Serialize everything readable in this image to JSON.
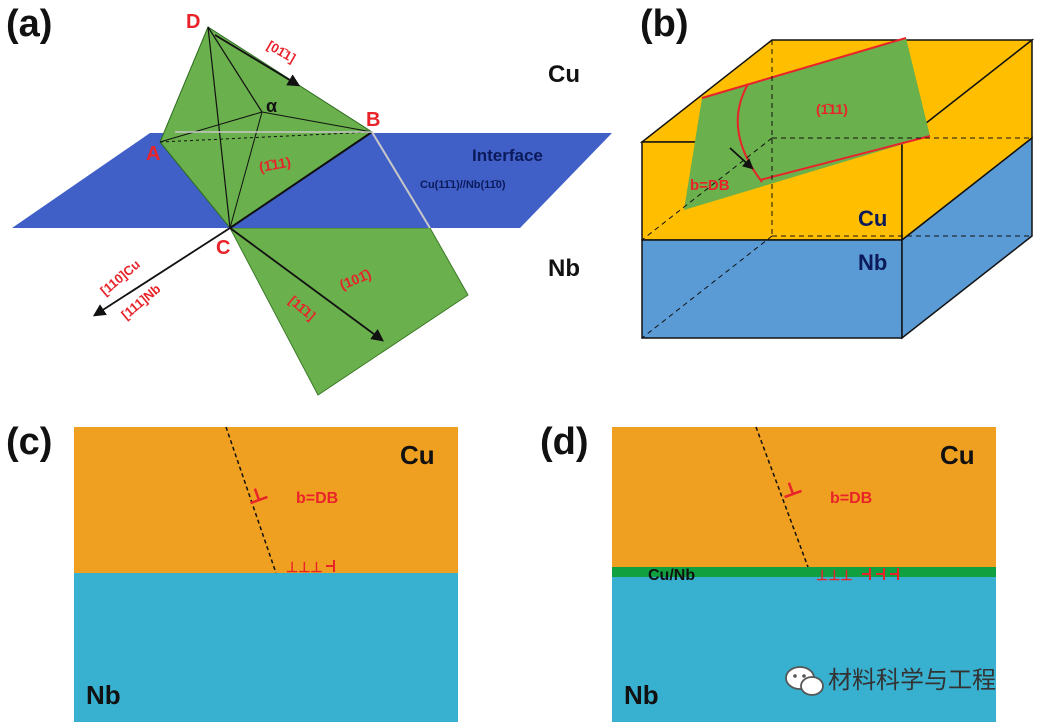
{
  "panels": {
    "a": {
      "label": "(a)",
      "points": {
        "A": "A",
        "B": "B",
        "C": "C",
        "D": "D"
      },
      "angle": "α",
      "planes": {
        "upper": "(1̄11)",
        "lower": "(101̄)"
      },
      "directions": {
        "top": "[01̄1]",
        "lower": "[11̄1]",
        "left_cu": "[110]Cu",
        "left_nb": "[111]Nb"
      },
      "interface": {
        "title": "Interface",
        "relation": "Cu(11̄1)//Nb(11̄0)"
      },
      "phases": {
        "top": "Cu",
        "bottom": "Nb"
      }
    },
    "b": {
      "label": "(b)",
      "plane": "(1̄11)",
      "burgers": "b=DB",
      "phases": {
        "top": "Cu",
        "bottom": "Nb"
      }
    },
    "c": {
      "label": "(c)",
      "burgers": "b=DB",
      "dislocations": "⊥⊥⊥",
      "phases": {
        "top": "Cu",
        "bottom": "Nb"
      }
    },
    "d": {
      "label": "(d)",
      "burgers": "b=DB",
      "dislocations": "⊥⊥⊥",
      "interface_label": "Cu/Nb",
      "phases": {
        "top": "Cu",
        "bottom": "Nb"
      }
    }
  },
  "watermark": {
    "text": "材料科学与工程",
    "icon": "wechat-icon"
  },
  "colors": {
    "cu": "#ffbf00",
    "cu_dark": "#f0a020",
    "nb": "#5b9bd5",
    "nb_cyan": "#38b0d0",
    "interface": "#4060c8",
    "slip_plane": "#6ab04c",
    "interlayer": "#10a040",
    "red": "#e8232a"
  }
}
